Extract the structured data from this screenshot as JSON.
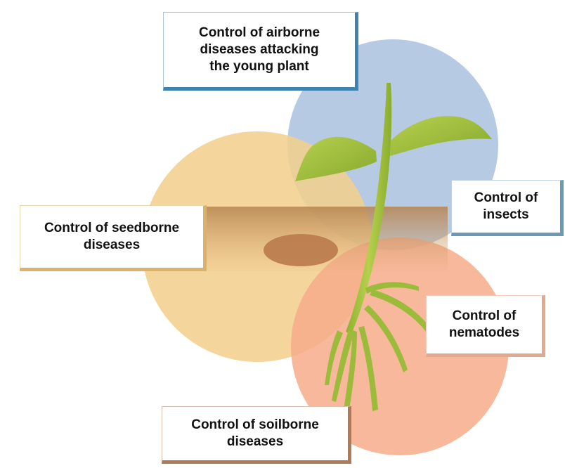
{
  "diagram": {
    "labels": {
      "airborne": "Control of airborne\ndiseases attacking\nthe young plant",
      "insects": "Control of\ninsects",
      "seedborne": "Control of seedborne\ndiseases",
      "nematodes": "Control of\nnematodes",
      "soilborne": "Control of soilborne\ndiseases"
    },
    "colors": {
      "airborne_circle": "#b3c7e3",
      "seedborne_circle": "#f3cf8d",
      "soilborne_circle": "#f6ab8a",
      "soil_band": "#c9935b",
      "seed": "#b97a4a",
      "plant": "#9dbb3a"
    }
  }
}
